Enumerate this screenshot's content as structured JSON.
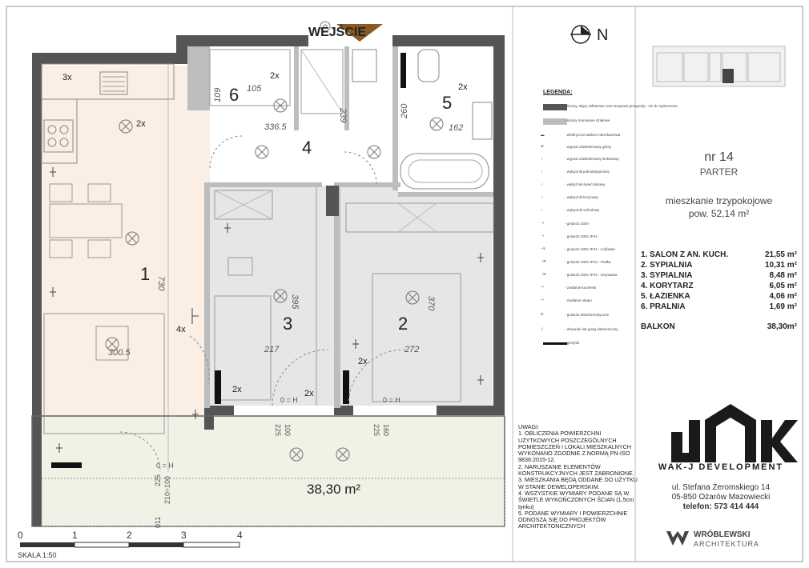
{
  "entrance": "WEJŚCIE",
  "compass": "N",
  "rooms": [
    {
      "num": "1"
    },
    {
      "num": "2"
    },
    {
      "num": "3"
    },
    {
      "num": "4"
    },
    {
      "num": "5"
    },
    {
      "num": "6"
    }
  ],
  "dimensions": {
    "d730": "730",
    "d3005": "300.5",
    "d395": "395",
    "d217": "217",
    "d370": "370",
    "d272": "272",
    "d3365": "336.5",
    "d239": "239",
    "d260": "260",
    "d162": "162",
    "d105": "105",
    "d109": "109",
    "d225a": "225",
    "d100a": "100",
    "d225b": "225",
    "d160": "160",
    "d225c": "225",
    "d210": "210÷100",
    "d011": "011",
    "d0h1": "0 = H",
    "d0h2": "0 = H",
    "d0h3": "0 = H",
    "w1": "4x",
    "w2": "2x",
    "w3": "2x",
    "w4": "2x",
    "w5": "2x",
    "w6": "3x",
    "w7": "2x",
    "w8": "2x"
  },
  "balcony_area": "38,30 m²",
  "legend": {
    "title": "LEGENDA:",
    "items": [
      "- ściany, słupy żelbetowe oraz stropowe przegrody - nie do wyburzenia",
      "- ściany murowane działowe",
      "- elektryczna tablica mieszkaniowa",
      "- wypust oświetleniowy górny",
      "- wypust oświetleniowy kinkietowy",
      "- wyłącznik jednobiegunowy",
      "- wyłącznik świecznikowy",
      "- wyłącznik krzyżowy",
      "- wyłącznik schodowy",
      "- gniazdo 230V",
      "- gniazdo 230V IP44",
      "- gniazdo 230V IP44 - Lodówka",
      "- gniazdo 230V IP44 - Pralka",
      "- gniazdo 230V IP44 - Zmywarka",
      "- zasilanie kuchenki",
      "- zasilanie okapu",
      "- gniazdo teleinformatyczne",
      "- dzwonek lub gong elektroniczny",
      "- grzejnik"
    ]
  },
  "unit": {
    "number": "nr 14",
    "floor": "PARTER",
    "type": "mieszkanie trzypokojowe",
    "area": "pow. 52,14 m²"
  },
  "area_list": [
    {
      "name": "1. SALON Z AN. KUCH.",
      "value": "21,55 m²"
    },
    {
      "name": "2. SYPIALNIA",
      "value": "10,31 m²"
    },
    {
      "name": "3. SYPIALNIA",
      "value": "8,48 m²"
    },
    {
      "name": "4. KORYTARZ",
      "value": "6,05 m²"
    },
    {
      "name": "5. ŁAZIENKA",
      "value": "4,06 m²"
    },
    {
      "name": "6. PRALNIA",
      "value": "1,69 m²"
    }
  ],
  "balcony_row": {
    "name": "BALKON",
    "value": "38,30m²"
  },
  "notes": {
    "title": "UWAGI:",
    "items": [
      "1. OBLICZENIA POWIERZCHNI UŻYTKOWYCH POSZCZEGÓLNYCH POMIESZCZEŃ I LOKALI MIESZKALNYCH WYKONANO ZGODNIE Z NORMĄ PN-ISO 9836:2015-12.",
      "2. NARUSZANIE ELEMENTÓW KONSTRUKCYJNYCH JEST ZABRONIONE.",
      "3. MIESZKANIA BĘDĄ ODDANE DO UŻYTKU W STANIE DEWELOPERSKIM.",
      "4. WSZYSTKIE WYMIARY PODANE SĄ W ŚWIETLE WYKOŃCZONYCH ŚCIAN (1,5cm tynku)",
      "5. PODANE WYMIARY I POWIERZCHNIE ODNOSZĄ SIĘ DO PROJEKTÓW ARCHITEKTONICZNYCH"
    ]
  },
  "developer": {
    "logo_text": "WAK-J DEVELOPMENT",
    "address1": "ul. Stefana Żeromskiego 14",
    "address2": "05-850 Ożarów Mazowiecki",
    "phone": "telefon: 573 414 444"
  },
  "architect": {
    "name": "WRÓBLEWSKI",
    "sub": "ARCHITEKTURA"
  },
  "scale": {
    "ticks": [
      "0",
      "1",
      "2",
      "3",
      "4"
    ],
    "label": "SKALA 1:50"
  },
  "colors": {
    "wall": "#555555",
    "kitchen": "#fbeee4",
    "bedroom": "#e6e6e6",
    "balcony": "#eef3e6",
    "entrance_arrow": "#8a5a24"
  }
}
